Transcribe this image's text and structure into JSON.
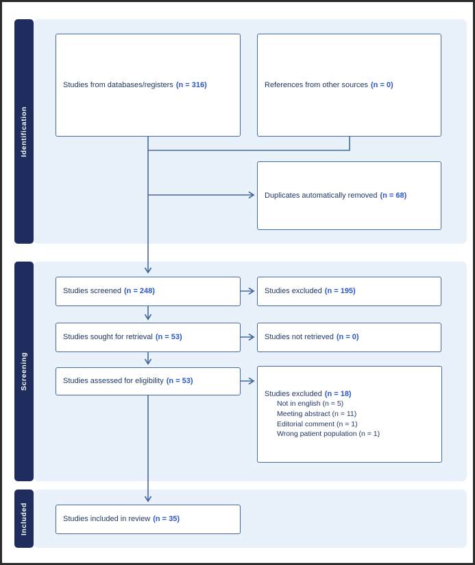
{
  "diagram": {
    "sections": {
      "identification": {
        "label": "Identification"
      },
      "screening": {
        "label": "Screening"
      },
      "included": {
        "label": "Included"
      }
    },
    "boxes": {
      "databases": {
        "label": "Studies from databases/registers",
        "n": "(n = 316)"
      },
      "references": {
        "label": "References from other sources",
        "n": "(n = 0)"
      },
      "duplicates": {
        "label": "Duplicates automatically removed",
        "n": "(n = 68)"
      },
      "screened": {
        "label": "Studies screened",
        "n": "(n = 248)"
      },
      "excluded_screening": {
        "label": "Studies excluded",
        "n": "(n = 195)"
      },
      "sought": {
        "label": "Studies sought for retrieval",
        "n": "(n = 53)"
      },
      "not_retrieved": {
        "label": "Studies not retrieved",
        "n": "(n = 0)"
      },
      "assessed": {
        "label": "Studies assessed for eligibility",
        "n": "(n = 53)"
      },
      "excluded_eligibility": {
        "label": "Studies excluded",
        "n": "(n = 18)",
        "reasons": [
          "Not in english (n = 5)",
          "Meeting abstract (n = 11)",
          "Editorial comment (n = 1)",
          "Wrong patient population (n = 1)"
        ]
      },
      "included_review": {
        "label": "Studies included in review",
        "n": "(n = 35)"
      }
    },
    "colors": {
      "sidebar_navy": "#1F2C5E",
      "panel_light_blue": "#E9F1FA",
      "box_border_blue": "#44689B",
      "text_navy": "#1F3864",
      "count_blue": "#2A56C6",
      "frame_border": "#2B2B2B"
    }
  }
}
